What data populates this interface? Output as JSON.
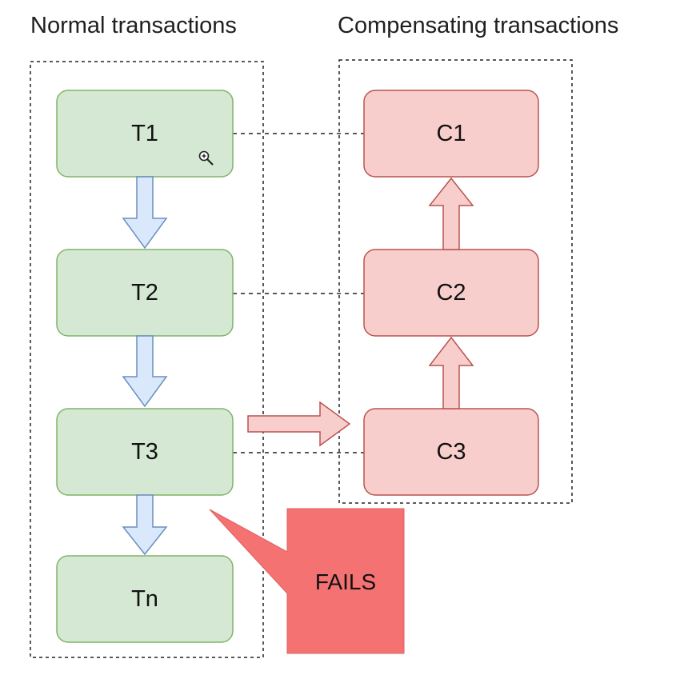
{
  "headings": {
    "normal": "Normal transactions",
    "compensating": "Compensating transactions"
  },
  "normal_transactions": [
    "T1",
    "T2",
    "T3",
    "Tn"
  ],
  "compensating_transactions": [
    "C1",
    "C2",
    "C3"
  ],
  "failure_callout": "FAILS",
  "colors": {
    "normal_fill": "#d5e8d4",
    "normal_stroke": "#82b366",
    "comp_fill": "#f8cecc",
    "comp_stroke": "#b85450",
    "down_arrow_fill": "#dae8fc",
    "down_arrow_stroke": "#6c8ebf",
    "callout_fill": "#f47272"
  }
}
